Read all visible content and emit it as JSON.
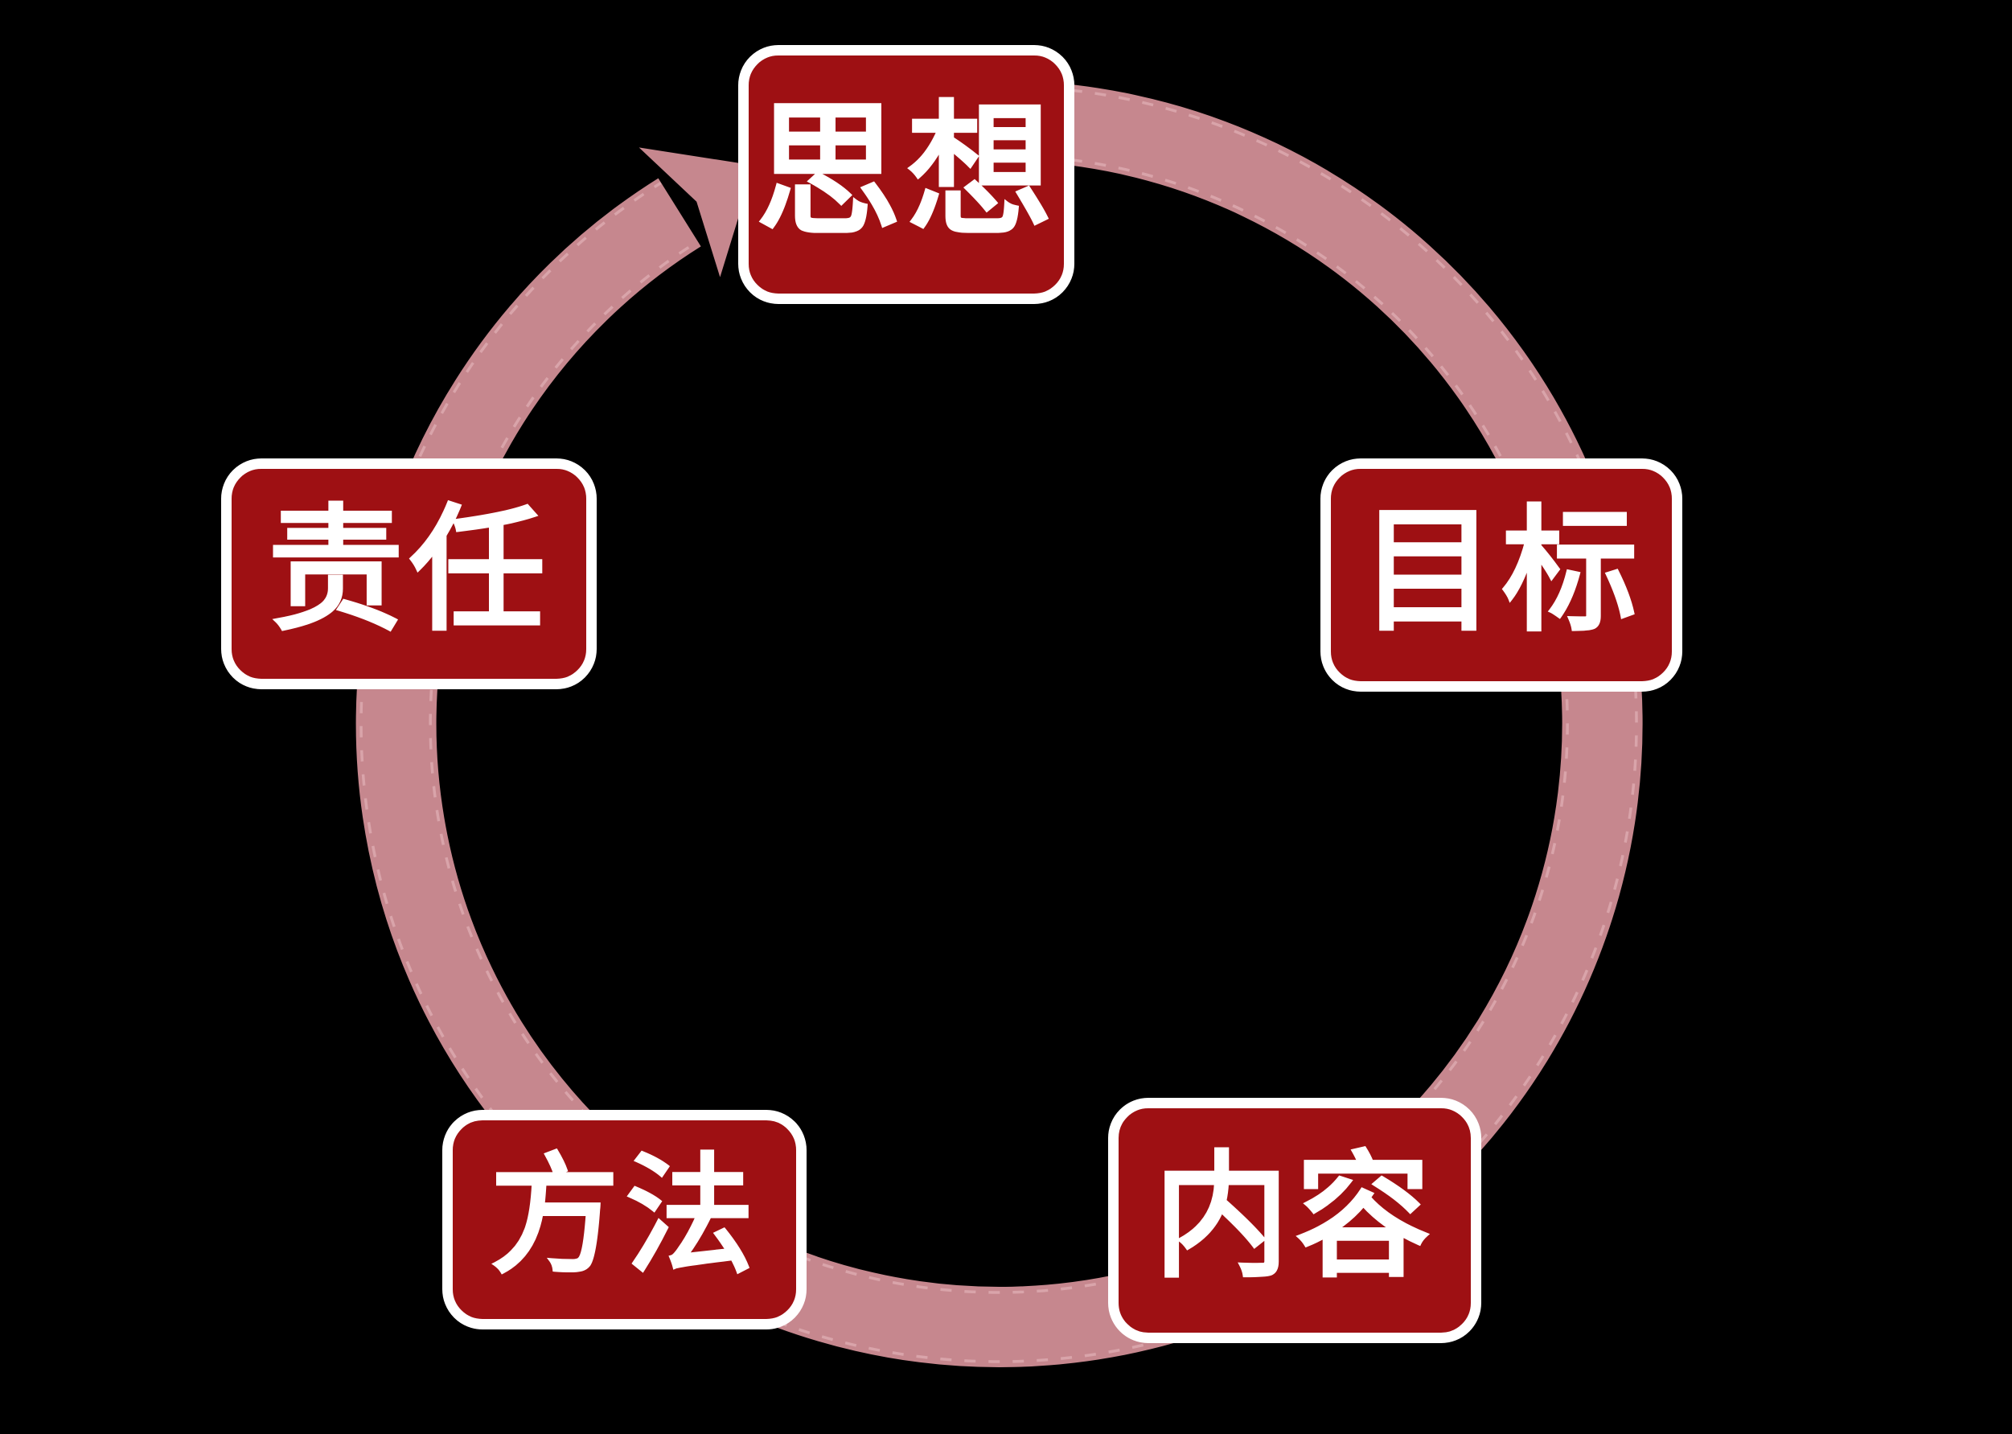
{
  "diagram": {
    "background_color": "#000000",
    "ring": {
      "color": "#C6878E",
      "edge_dash_color": "#DCA9AF",
      "direction": "clockwise"
    },
    "node_style": {
      "fill_color": "#9E1013",
      "border_color": "#FFFFFF",
      "text_color": "#FFFFFF"
    },
    "nodes": [
      {
        "position": "top",
        "label": "思想"
      },
      {
        "position": "right",
        "label": "目标"
      },
      {
        "position": "bottom-right",
        "label": "内容"
      },
      {
        "position": "bottom-left",
        "label": "方法"
      },
      {
        "position": "left",
        "label": "责任"
      }
    ]
  }
}
